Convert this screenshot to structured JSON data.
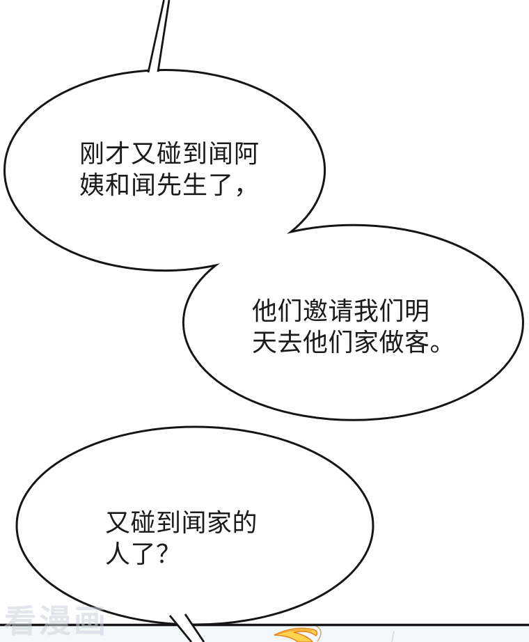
{
  "page": {
    "background": "#ffffff",
    "line_color": "#151515"
  },
  "bubbles": [
    {
      "lines": [
        "刚才又碰到闻阿",
        "姨和闻先生了，"
      ]
    },
    {
      "lines": [
        "他们邀请我们明",
        "天去他们家做客。"
      ]
    },
    {
      "lines": [
        "又碰到闻家的",
        "人了？"
      ]
    }
  ],
  "watermark": {
    "text": "看漫画",
    "color": "#ccd3de"
  },
  "panel": {
    "below_background": "#f2f7f9"
  },
  "art": {
    "hair_fill": "#ffd34d",
    "hair_outline": "#e8821e",
    "hair_accent": "#f2a335",
    "strand_color": "#c9a57e"
  }
}
